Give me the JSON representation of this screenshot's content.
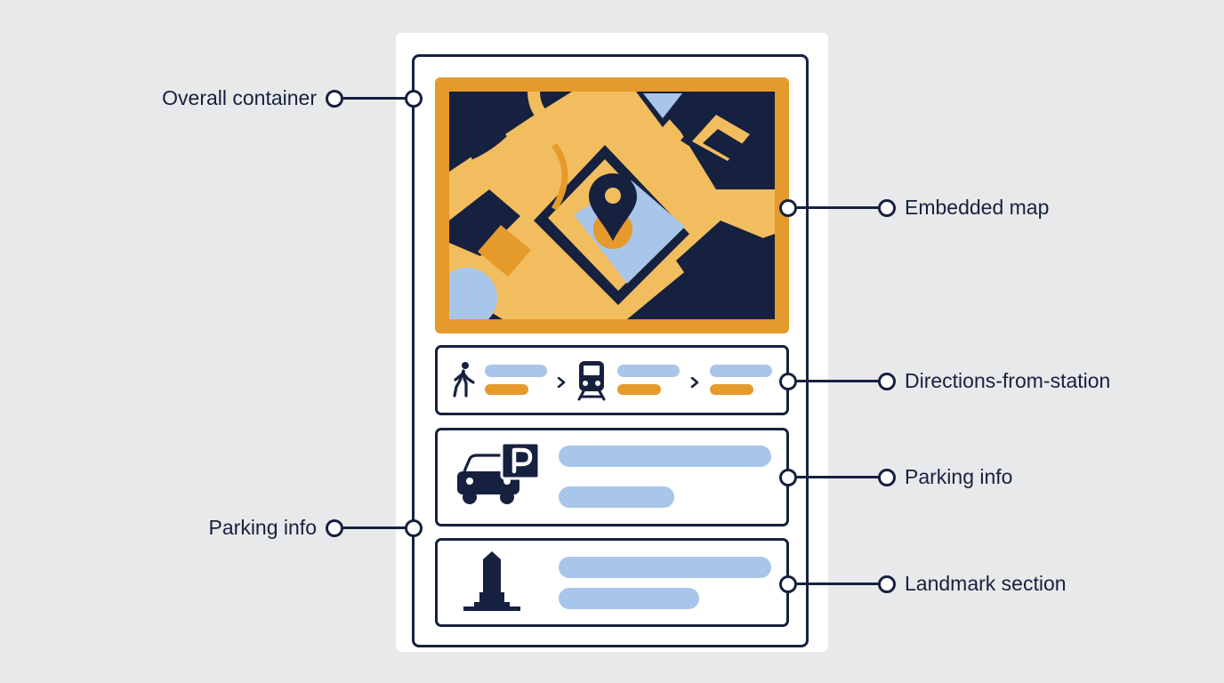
{
  "labels": {
    "overall_container": "Overall container",
    "embedded_map": "Embedded map",
    "directions_from_station": "Directions-from-station",
    "parking_info_right": "Parking info",
    "parking_info_left": "Parking info",
    "landmark_section": "Landmark section"
  },
  "icons": {
    "map_pin": "map-pin-icon",
    "walking": "walking-person-icon",
    "train": "train-icon",
    "parking": "parking-sign-icon",
    "car": "car-icon",
    "landmark": "monument-icon"
  },
  "colors": {
    "navy": "#16213f",
    "orange": "#e59a2c",
    "light_orange": "#f2bd5e",
    "light_blue": "#a8c5ea",
    "background": "#e8e9ea",
    "white": "#ffffff"
  }
}
